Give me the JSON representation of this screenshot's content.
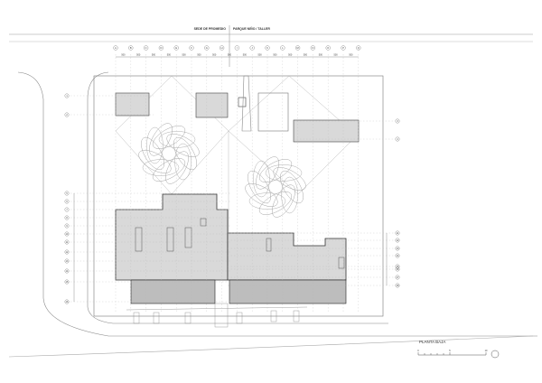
{
  "header": {
    "left_title": "SEDE DE PROMEDIO",
    "right_title": "PARQUE NIÑO / TALLER"
  },
  "grid": {
    "columns": [
      "A",
      "B",
      "C",
      "D",
      "E",
      "F",
      "G",
      "H",
      "I",
      "J",
      "K",
      "L",
      "M",
      "N",
      "O",
      "P",
      "Q"
    ],
    "column_spacing_label": "500",
    "rows_left": [
      "1",
      "2",
      "5",
      "6",
      "7",
      "8",
      "9",
      "10",
      "11",
      "12",
      "13",
      "14",
      "15",
      "16"
    ],
    "rows_right": [
      "3",
      "4",
      "11",
      "12",
      "13",
      "14",
      "15",
      "16",
      "17",
      "18"
    ]
  },
  "plan": {
    "title": "PLANTA BAJA",
    "scale_labels": [
      "0",
      "5",
      "10"
    ]
  },
  "colors": {
    "line": "#555555",
    "building_fill": "#d9d9d9",
    "strip_fill": "#bdbdbd",
    "grid_dash": "#aaaaaa"
  }
}
